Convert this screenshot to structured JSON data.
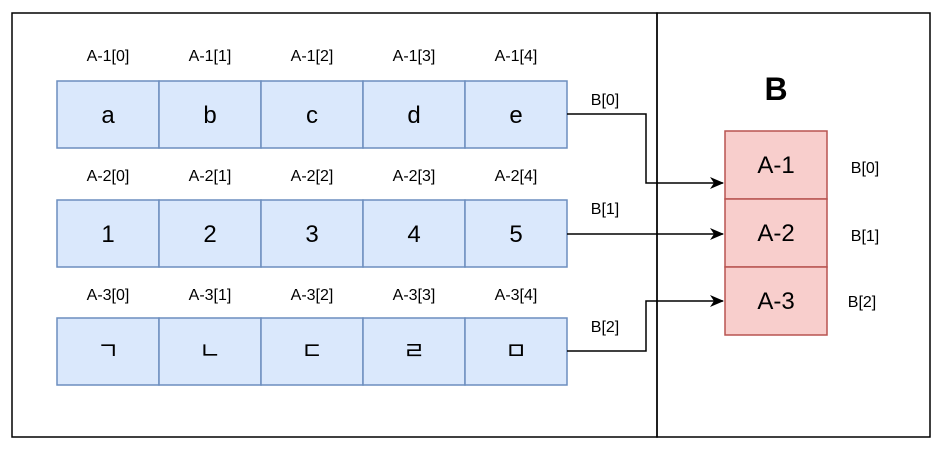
{
  "colors": {
    "array_fill": "#dae8fc",
    "array_stroke": "#6c8ebf",
    "b_fill": "#f8cecc",
    "b_stroke": "#b85450",
    "frame": "#000000"
  },
  "arrays": [
    {
      "index_labels": [
        "A-1[0]",
        "A-1[1]",
        "A-1[2]",
        "A-1[3]",
        "A-1[4]"
      ],
      "cells": [
        "a",
        "b",
        "c",
        "d",
        "e"
      ],
      "link_label": "B[0]"
    },
    {
      "index_labels": [
        "A-2[0]",
        "A-2[1]",
        "A-2[2]",
        "A-2[3]",
        "A-2[4]"
      ],
      "cells": [
        "1",
        "2",
        "3",
        "4",
        "5"
      ],
      "link_label": "B[1]"
    },
    {
      "index_labels": [
        "A-3[0]",
        "A-3[1]",
        "A-3[2]",
        "A-3[3]",
        "A-3[4]"
      ],
      "cells": [
        "ㄱ",
        "ㄴ",
        "ㄷ",
        "ㄹ",
        "ㅁ"
      ],
      "link_label": "B[2]"
    }
  ],
  "b_array": {
    "title": "B",
    "cells": [
      "A-1",
      "A-2",
      "A-3"
    ],
    "index_labels": [
      "B[0]",
      "B[1]",
      "B[2]"
    ]
  }
}
